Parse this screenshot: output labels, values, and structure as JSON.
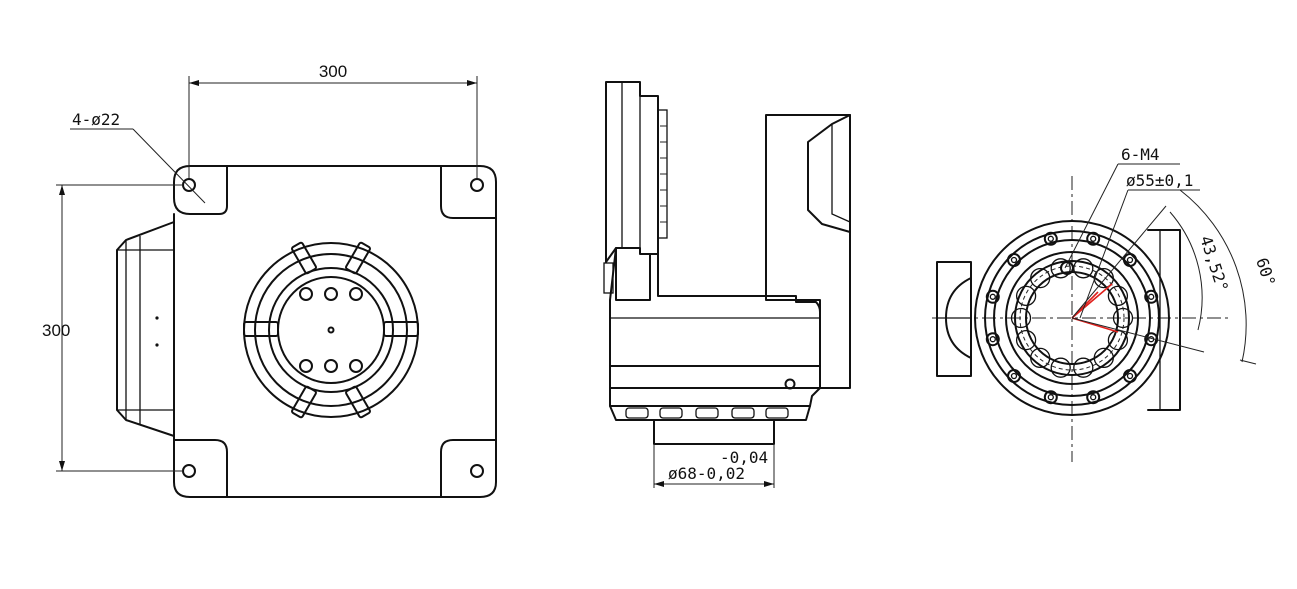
{
  "front_view": {
    "width_dim": "300",
    "height_dim": "300",
    "hole_callout": "4-ø22"
  },
  "side_view": {
    "tol_upper": "-0,04",
    "tol_lower": "ø68-0,02"
  },
  "end_view": {
    "thread_callout": "6-M4",
    "pcd_callout": "ø55±0,1",
    "angle_small": "43,52°",
    "angle_large": "60°"
  },
  "colors": {
    "line": "#111111",
    "angle_marker": "#e0201c"
  }
}
